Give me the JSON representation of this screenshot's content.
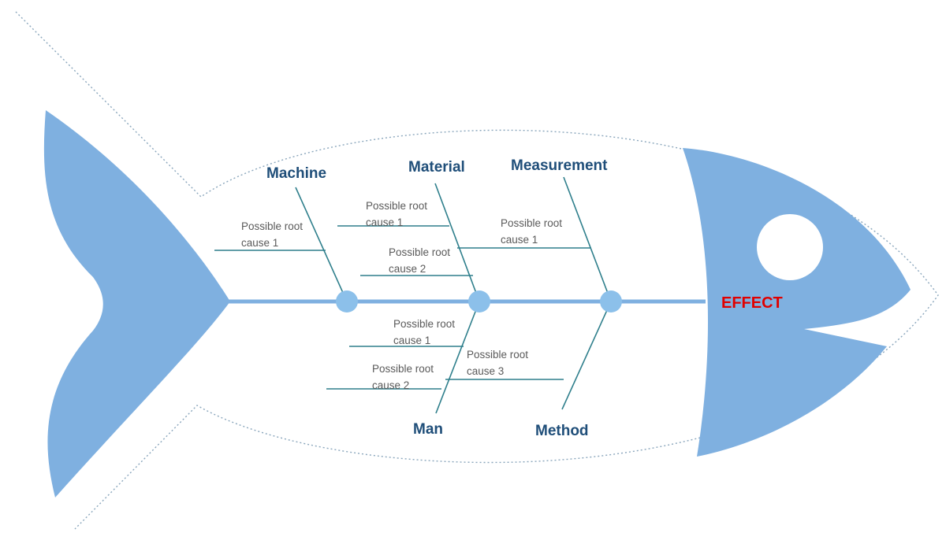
{
  "colors": {
    "fill": "#7fb0e0",
    "node": "#8cc0ea",
    "bone": "#2f7f8c",
    "category_text": "#1f4e79",
    "cause_text": "#5a5a5a",
    "outline": "#8aa6bc",
    "effect_text": "#e00000",
    "eye": "#ffffff"
  },
  "effect": {
    "label": "EFFECT"
  },
  "categories": {
    "machine": {
      "label": "Machine",
      "causes": [
        "Possible root cause 1"
      ]
    },
    "material": {
      "label": "Material",
      "causes": [
        "Possible root cause 1",
        "Possible root cause 2"
      ]
    },
    "measurement": {
      "label": "Measurement",
      "causes": [
        "Possible root cause 1"
      ]
    },
    "man": {
      "label": "Man",
      "causes": [
        "Possible root cause 1",
        "Possible root cause 2"
      ]
    },
    "method": {
      "label": "Method",
      "causes": [
        "Possible root cause 3"
      ]
    }
  },
  "cause_text": {
    "machine_c1": [
      "Possible root",
      "cause 1"
    ],
    "material_c1": [
      "Possible root",
      "cause 1"
    ],
    "material_c2": [
      "Possible root",
      "cause 2"
    ],
    "measurement_c1": [
      "Possible root",
      "cause 1"
    ],
    "man_c1": [
      "Possible root",
      "cause 1"
    ],
    "man_c2": [
      "Possible root",
      "cause 2"
    ],
    "method_c3": [
      "Possible root",
      "cause 3"
    ]
  }
}
